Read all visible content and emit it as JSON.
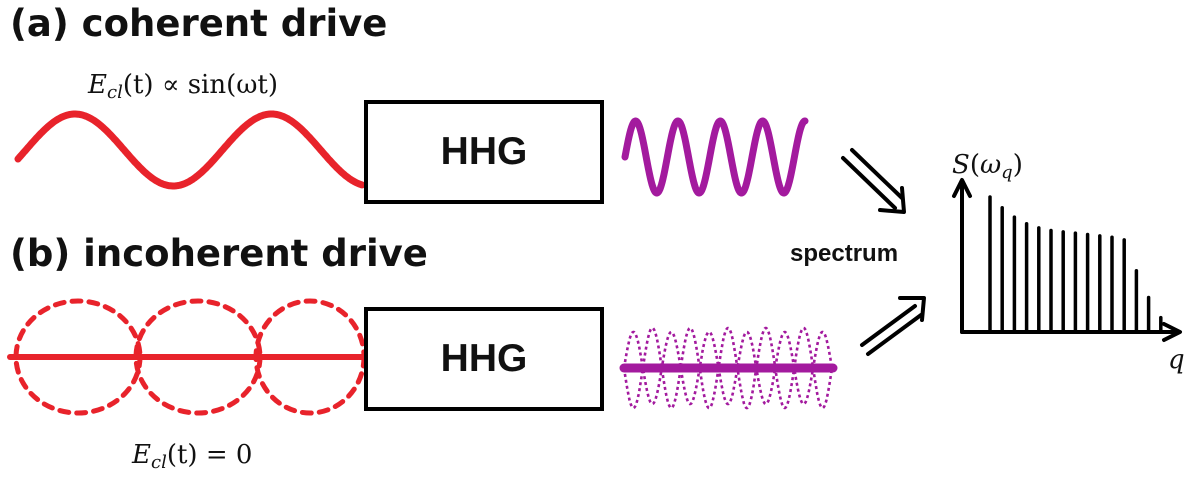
{
  "panel_a": {
    "title": "(a) coherent drive",
    "field_label": {
      "sym": "E",
      "sub": "cl",
      "rest": "(t) ∝ sin(ωt)"
    },
    "box_label": "HHG"
  },
  "panel_b": {
    "title": "(b) incoherent drive",
    "field_label": {
      "sym": "E",
      "sub": "cl",
      "rest": "(t) = 0"
    },
    "box_label": "HHG"
  },
  "spectrum": {
    "label": "spectrum",
    "y_axis_label": "S(ωq)",
    "x_axis_label": "q",
    "line_heights": [
      1.0,
      0.92,
      0.85,
      0.8,
      0.77,
      0.75,
      0.74,
      0.73,
      0.72,
      0.71,
      0.7,
      0.68,
      0.45,
      0.25,
      0.1
    ]
  },
  "colors": {
    "drive": "#e8232b",
    "harmonic": "#a31a9e",
    "ink": "#000000"
  }
}
